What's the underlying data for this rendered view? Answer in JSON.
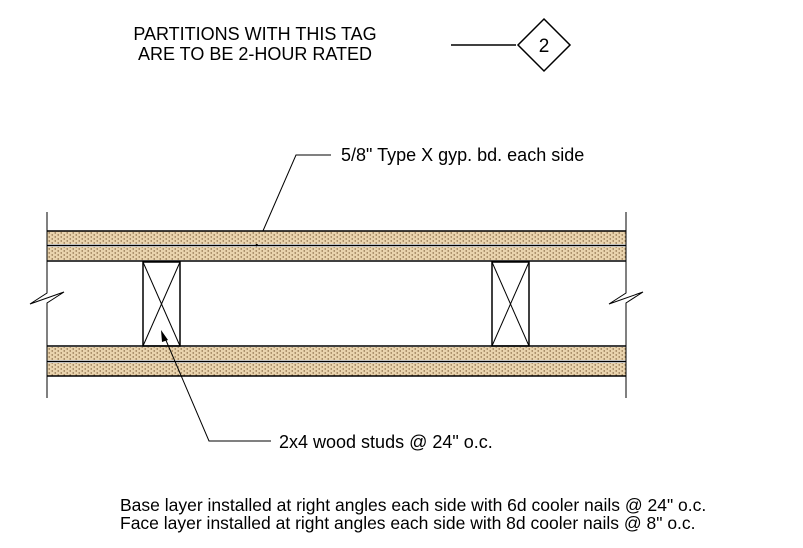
{
  "tag_note": {
    "line1": "PARTITIONS WITH THIS TAG",
    "line2": "ARE TO BE 2-HOUR RATED",
    "tag_number": "2"
  },
  "labels": {
    "gyp_board": "5/8\" Type X gyp. bd. each side",
    "studs": "2x4 wood studs @ 24\" o.c."
  },
  "notes": {
    "line1": "Base layer installed at right angles each side with 6d cooler nails @ 24\" o.c.",
    "line2": "Face layer installed at right angles each side with 8d cooler nails @ 8\" o.c."
  },
  "colors": {
    "line": "#000000",
    "gyp_fill": "#e9d3ad",
    "gyp_dots": "#7a5a35",
    "background": "#ffffff"
  }
}
